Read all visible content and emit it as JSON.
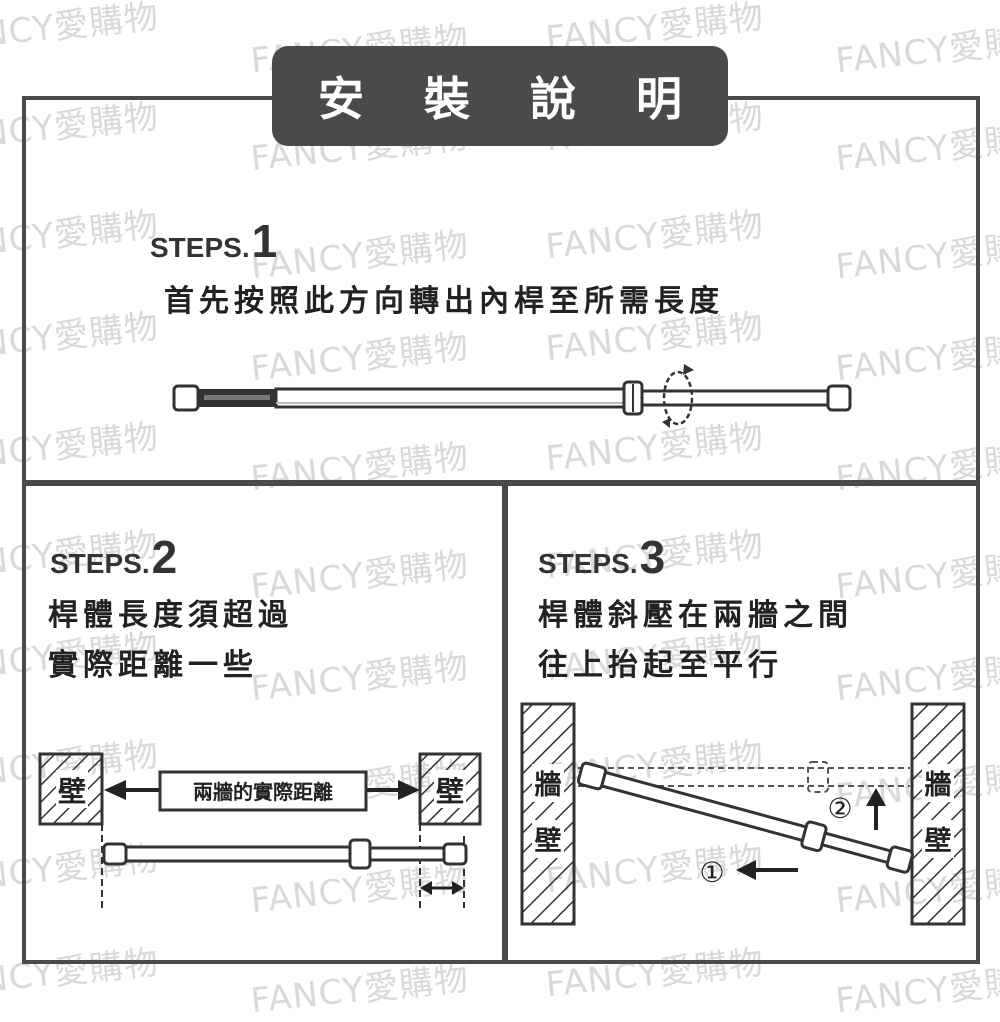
{
  "watermark": "FANCY愛購物",
  "header": {
    "title": "安 裝 說 明"
  },
  "steps": [
    {
      "label": "STEPS",
      "number": "1",
      "lines": [
        "首先按照此方向轉出內桿至所需長度"
      ]
    },
    {
      "label": "STEPS",
      "number": "2",
      "lines": [
        "桿體長度須超過",
        "實際距離一些"
      ]
    },
    {
      "label": "STEPS",
      "number": "3",
      "lines": [
        "桿體斜壓在兩牆之間",
        "往上抬起至平行"
      ]
    }
  ],
  "figure2": {
    "wall_left": "壁",
    "wall_right": "壁",
    "distance_label": "兩牆的實際距離"
  },
  "figure3": {
    "wall_left": [
      "牆",
      "壁"
    ],
    "wall_right": [
      "牆",
      "壁"
    ],
    "marker_1": "①",
    "marker_2": "②"
  },
  "colors": {
    "frame": "#4a4a4a",
    "title_bg": "#4a4a4a",
    "title_text": "#ffffff",
    "watermark": "#d9d9d9",
    "text": "#222222"
  },
  "icons": [
    "rotate-arrow-icon",
    "double-arrow-icon",
    "dimension-arrow-icon",
    "left-arrow-icon",
    "up-arrow-icon"
  ]
}
